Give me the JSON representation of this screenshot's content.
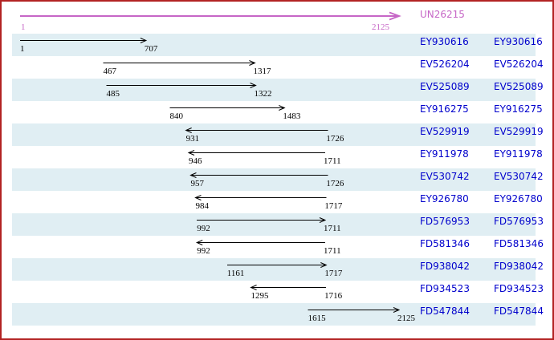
{
  "figure": {
    "title_hint": "EST alignment diagram",
    "border_color": "#b22222",
    "row_shade_color": "#e0eef3",
    "reference_color": "#c666c6",
    "accession_color": "#0000cc",
    "arrow_color": "#000000",
    "scale": {
      "pos_min": 1,
      "pos_max": 2125,
      "x_min": 23,
      "x_max": 495
    }
  },
  "header": {
    "id_label": "UN26215",
    "start_label": "1",
    "end_label": "2125",
    "start": 1,
    "end": 2125,
    "direction": "right"
  },
  "rows": [
    {
      "accession": "EY930616",
      "start": 1,
      "end": 707,
      "direction": "right",
      "shaded": true
    },
    {
      "accession": "EV526204",
      "start": 467,
      "end": 1317,
      "direction": "right",
      "shaded": false
    },
    {
      "accession": "EV525089",
      "start": 485,
      "end": 1322,
      "direction": "right",
      "shaded": true
    },
    {
      "accession": "EY916275",
      "start": 840,
      "end": 1483,
      "direction": "right",
      "shaded": false
    },
    {
      "accession": "EV529919",
      "start": 931,
      "end": 1726,
      "direction": "left",
      "shaded": true
    },
    {
      "accession": "EY911978",
      "start": 946,
      "end": 1711,
      "direction": "left",
      "shaded": false
    },
    {
      "accession": "EV530742",
      "start": 957,
      "end": 1726,
      "direction": "left",
      "shaded": true
    },
    {
      "accession": "EY926780",
      "start": 984,
      "end": 1717,
      "direction": "left",
      "shaded": false
    },
    {
      "accession": "FD576953",
      "start": 992,
      "end": 1711,
      "direction": "right",
      "shaded": true
    },
    {
      "accession": "FD581346",
      "start": 992,
      "end": 1711,
      "direction": "left",
      "shaded": false
    },
    {
      "accession": "FD938042",
      "start": 1161,
      "end": 1717,
      "direction": "right",
      "shaded": true
    },
    {
      "accession": "FD934523",
      "start": 1295,
      "end": 1716,
      "direction": "left",
      "shaded": false
    },
    {
      "accession": "FD547844",
      "start": 1615,
      "end": 2125,
      "direction": "right",
      "shaded": true
    }
  ]
}
